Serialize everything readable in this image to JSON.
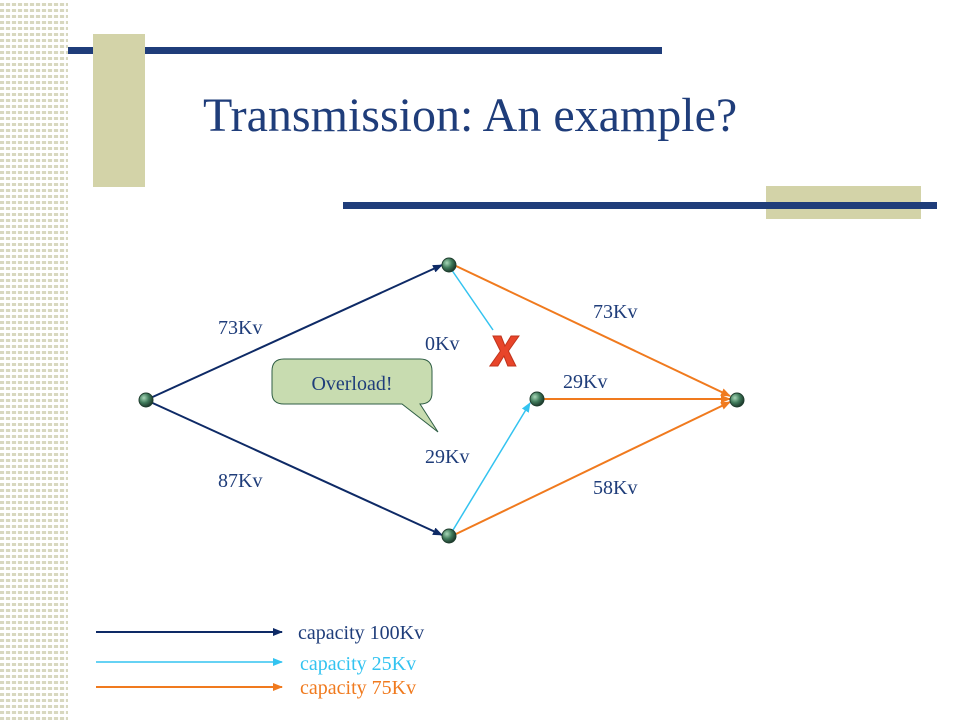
{
  "slide": {
    "title": "Transmission: An example?"
  },
  "diagram": {
    "flow_labels": {
      "s_top": "73Kv",
      "s_bottom": "87Kv",
      "top_to_mid": "0Kv",
      "bottom_to_mid": "29Kv",
      "top_to_t": "73Kv",
      "mid_to_t": "29Kv",
      "bottom_to_t": "58Kv"
    },
    "callout": "Overload!",
    "failure_mark": "X"
  },
  "legend": {
    "items": [
      {
        "label": "capacity 100Kv",
        "color": "#0e2a66"
      },
      {
        "label": "capacity 25Kv",
        "color": "#33c3f0"
      },
      {
        "label": "capacity 75Kv",
        "color": "#f07a1e"
      }
    ]
  },
  "colors": {
    "navy": "#0e2a66",
    "cyan": "#33c3f0",
    "orange": "#f07a1e",
    "mark_red": "#e8452a",
    "callout_fill": "#c8dcb0",
    "node": "#2f5e45"
  }
}
